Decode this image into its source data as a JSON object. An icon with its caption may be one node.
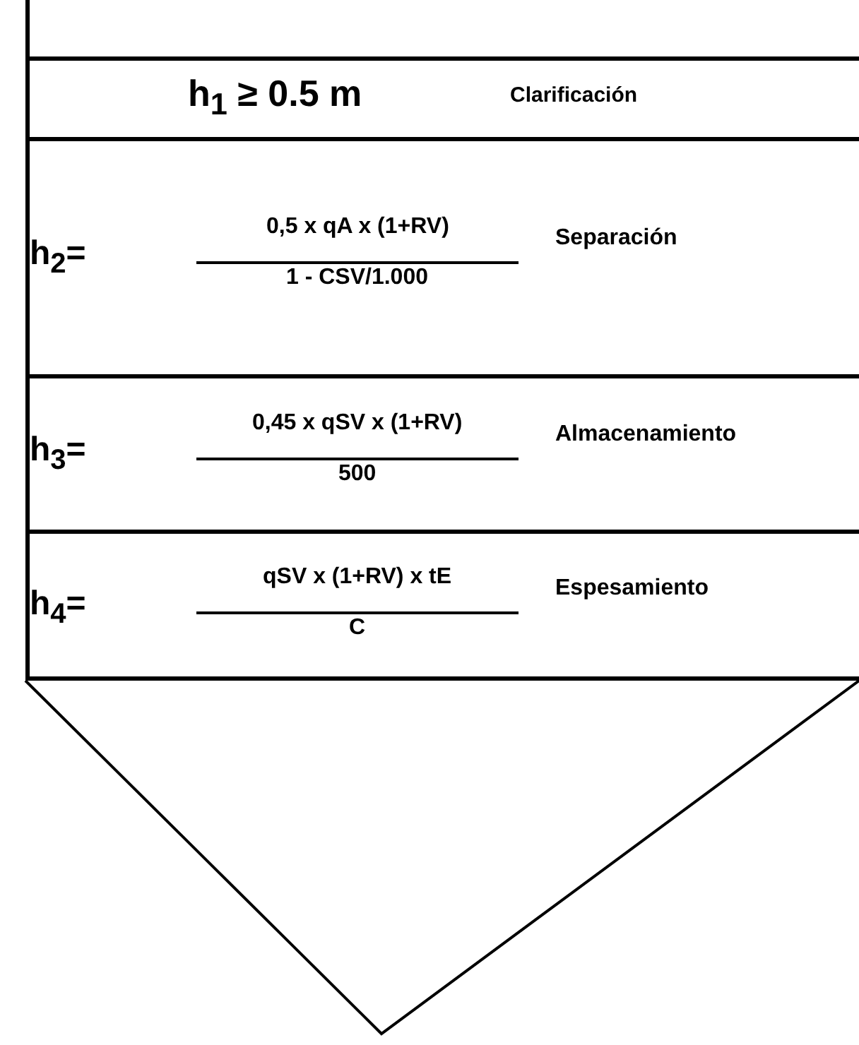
{
  "diagram": {
    "nodes": [
      {
        "text": [
          "h$_{1}$ ≥ 0.5 m",
          "Clarificación"
        ]
      },
      {
        "text": [
          "h$_{2}$=",
          "0,5 x qA x (1+RV)",
          "1 - CSV/1.000",
          "Separación"
        ]
      },
      {
        "text": [
          "h$_{3}$=",
          "0,45 x qSV x (1+RV)",
          "500",
          "Almacenamiento"
        ]
      },
      {
        "text": [
          "h$_{4}$=",
          "qSV  x (1+RV) x  tE",
          "C",
          "Espesamiento"
        ]
      },
      {
        "text": [],
        "shape": "triangle"
      }
    ]
  }
}
